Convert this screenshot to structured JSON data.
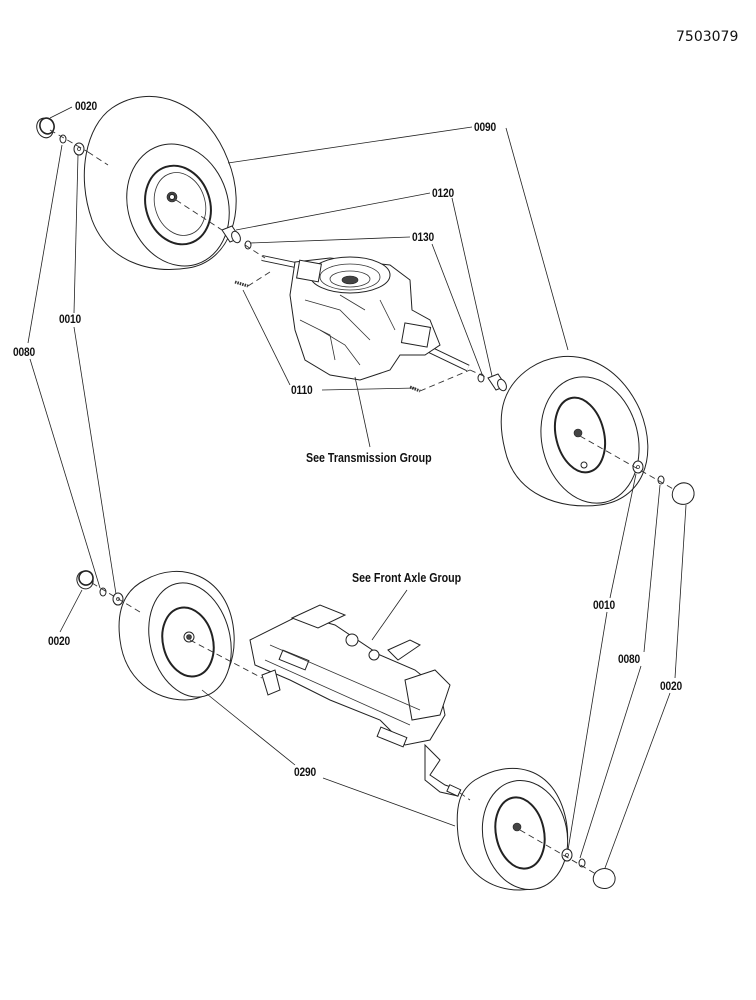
{
  "document": {
    "id": "7503079"
  },
  "callouts": {
    "rear_left_cap": "0020",
    "rear_wheel": "0090",
    "bushing": "0120",
    "washer_inner": "0130",
    "washer_left_rear": "0010",
    "clip_left_rear": "0080",
    "roll_pin": "0110",
    "front_left_cap": "0020",
    "front_wheel": "0290",
    "washer_right": "0010",
    "clip_right": "0080",
    "cap_right": "0020"
  },
  "notes": {
    "transmission": "See Transmission Group",
    "front_axle": "See Front Axle Group"
  }
}
